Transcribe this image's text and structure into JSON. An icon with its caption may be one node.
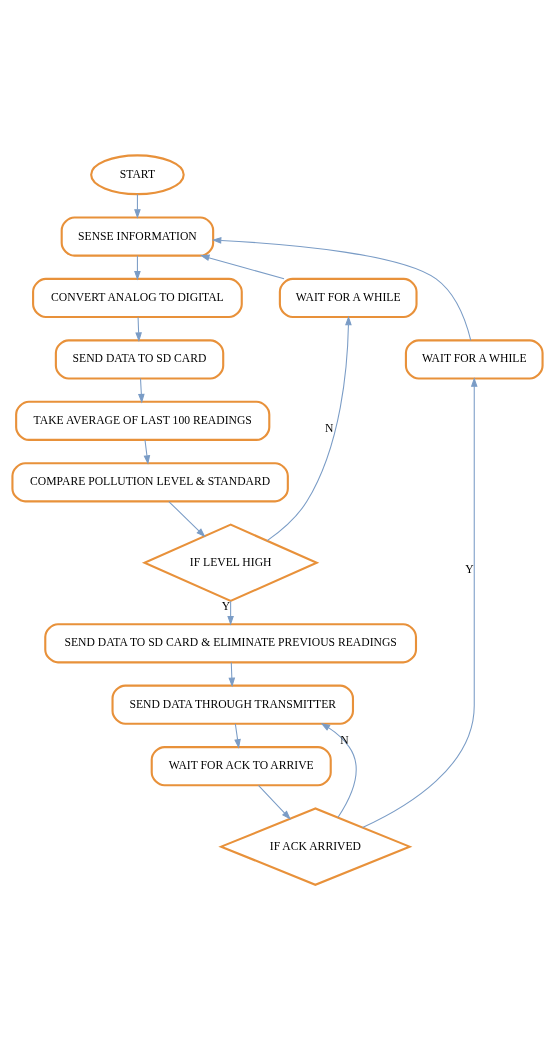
{
  "diagram": {
    "nodes": [
      {
        "text": [
          "START"
        ]
      },
      {
        "text": [
          "SENSE INFORMATION"
        ]
      },
      {
        "text": [
          "CONVERT ANALOG TO DIGITAL"
        ]
      },
      {
        "text": [
          "SEND DATA TO SD CARD"
        ]
      },
      {
        "text": [
          "TAKE AVERAGE OF LAST 100 READINGS"
        ]
      },
      {
        "text": [
          "COMPARE POLLUTION LEVEL & STANDARD"
        ]
      },
      {
        "text": [
          "IF LEVEL HIGH"
        ]
      },
      {
        "text": [
          "WAIT FOR A WHILE"
        ]
      },
      {
        "text": [
          "SEND DATA TO SD CARD & ELIMINATE PREVIOUS READINGS"
        ]
      },
      {
        "text": [
          "SEND DATA THROUGH TRANSMITTER"
        ]
      },
      {
        "text": [
          "WAIT FOR ACK TO ARRIVE"
        ]
      },
      {
        "text": [
          "IF ACK ARRIVED"
        ]
      },
      {
        "text": [
          "WAIT FOR A WHILE"
        ]
      }
    ],
    "edges": [
      {
        "from": 0,
        "to": 1,
        "arrow": "to"
      },
      {
        "from": 1,
        "to": 2,
        "arrow": "to"
      },
      {
        "from": 2,
        "to": 3,
        "arrow": "to"
      },
      {
        "from": 3,
        "to": 4,
        "arrow": "to"
      },
      {
        "from": 4,
        "to": 5,
        "arrow": "to"
      },
      {
        "from": 5,
        "to": 6,
        "arrow": "to"
      },
      {
        "from": 6,
        "to": 7,
        "label": "N",
        "arrow": "to"
      },
      {
        "from": 7,
        "to": 1,
        "arrow": "to"
      },
      {
        "from": 6,
        "to": 8,
        "label": "Y",
        "arrow": "to"
      },
      {
        "from": 8,
        "to": 9,
        "arrow": "to"
      },
      {
        "from": 9,
        "to": 10,
        "arrow": "to"
      },
      {
        "from": 10,
        "to": 11,
        "arrow": "to"
      },
      {
        "from": 11,
        "to": 9,
        "label": "N",
        "arrow": "to"
      },
      {
        "from": 11,
        "to": 12,
        "label": "Y",
        "arrow": "to"
      },
      {
        "from": 12,
        "to": 1,
        "arrow": "to"
      }
    ]
  }
}
